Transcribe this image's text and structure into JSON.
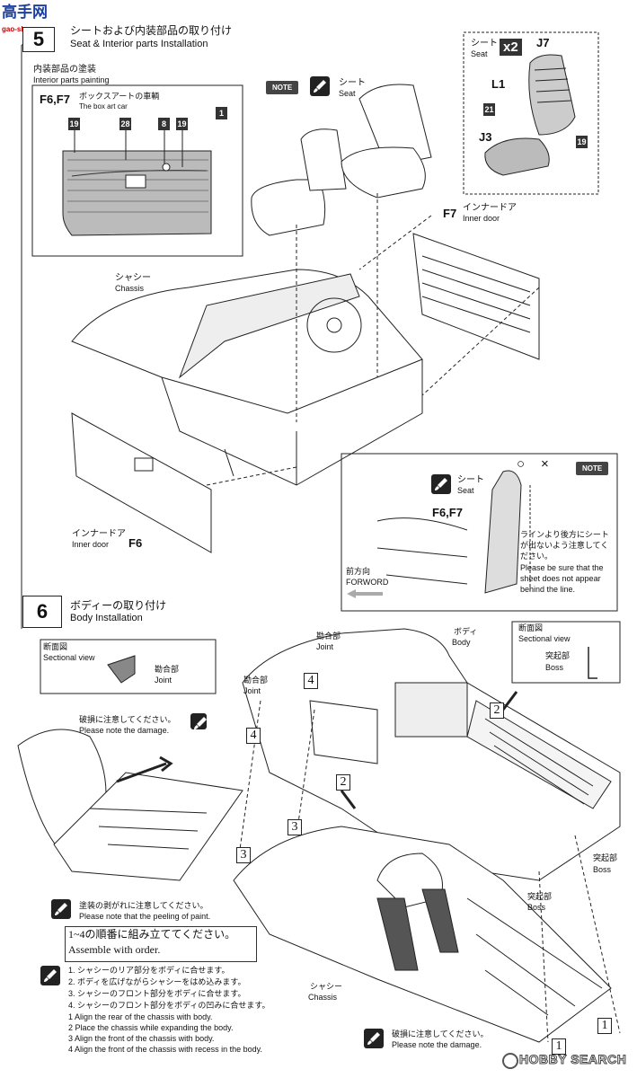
{
  "watermark": {
    "top_logo": "高手网",
    "top_url": "gao-shou.com"
  },
  "step5": {
    "number": "5",
    "title_jp": "シートおよび内装部品の取り付け",
    "title_en": "Seat & Interior parts Installation",
    "painting_title_jp": "内装部品の塗装",
    "painting_title_en": "Interior parts painting",
    "box_parts": "F6,F7",
    "box_art_jp": "ボックスアートの車輌",
    "box_art_en": "The box art car",
    "box_labels": [
      "19",
      "28",
      "8",
      "19",
      "1"
    ],
    "note_label": "NOTE",
    "seat_jp": "シート",
    "seat_en": "Seat",
    "detail": {
      "seat_jp": "シート",
      "seat_en": "Seat",
      "multiplier": "x2",
      "j7": "J7",
      "l1": "L1",
      "j3": "J3",
      "n21": "21",
      "n19": "19"
    },
    "f7_label": "F7",
    "inner_door_jp": "インナードア",
    "inner_door_en": "Inner door",
    "chassis_jp": "シャシー",
    "chassis_en": "Chassis",
    "f6_label": "F6",
    "inset": {
      "note": "NOTE",
      "seat_jp": "シート",
      "seat_en": "Seat",
      "parts": "F6,F7",
      "ok": "○",
      "ng": "×",
      "warn_jp_1": "ラインより後方にシート",
      "warn_jp_2": "が出ないよう注意してく",
      "warn_jp_3": "ださい。",
      "warn_en_1": "Please be sure that the",
      "warn_en_2": "sheet does not appear",
      "warn_en_3": "behind the line.",
      "forward_jp": "前方向",
      "forward_en": "FORWORD"
    }
  },
  "step6": {
    "number": "6",
    "title_jp": "ボディーの取り付け",
    "title_en": "Body Installation",
    "sectional_jp": "断面図",
    "sectional_en": "Sectional view",
    "joint_jp": "勘合部",
    "joint_en": "Joint",
    "boss_jp": "突起部",
    "boss_en": "Boss",
    "body_jp": "ボディ",
    "body_en": "Body",
    "damage_jp": "破損に注意してください。",
    "damage_en": "Please note the damage.",
    "peel_jp": "塗装の剥がれに注意してください。",
    "peel_en": "Please note that the peeling of paint.",
    "order_jp": "1~4の順番に組み立ててください。",
    "order_en": "Assemble with order.",
    "instructions_jp": [
      "1. シャシーのリア部分をボディに合せます。",
      "2. ボディを広げながらシャシーをはめ込みます。",
      "3. シャシーのフロント部分をボディに合せます。",
      "4. シャシーのフロント部分をボディの凹みに合せます。"
    ],
    "instructions_en": [
      "1 Align the rear of the chassis with body.",
      "2 Place the chassis while expanding the body.",
      "3 Align the front of the chassis with body.",
      "4 Align the front of the chassis with recess in the body."
    ],
    "callouts": [
      "1",
      "2",
      "3",
      "4"
    ]
  },
  "footer": {
    "brand": "HOBBY SEARCH"
  }
}
